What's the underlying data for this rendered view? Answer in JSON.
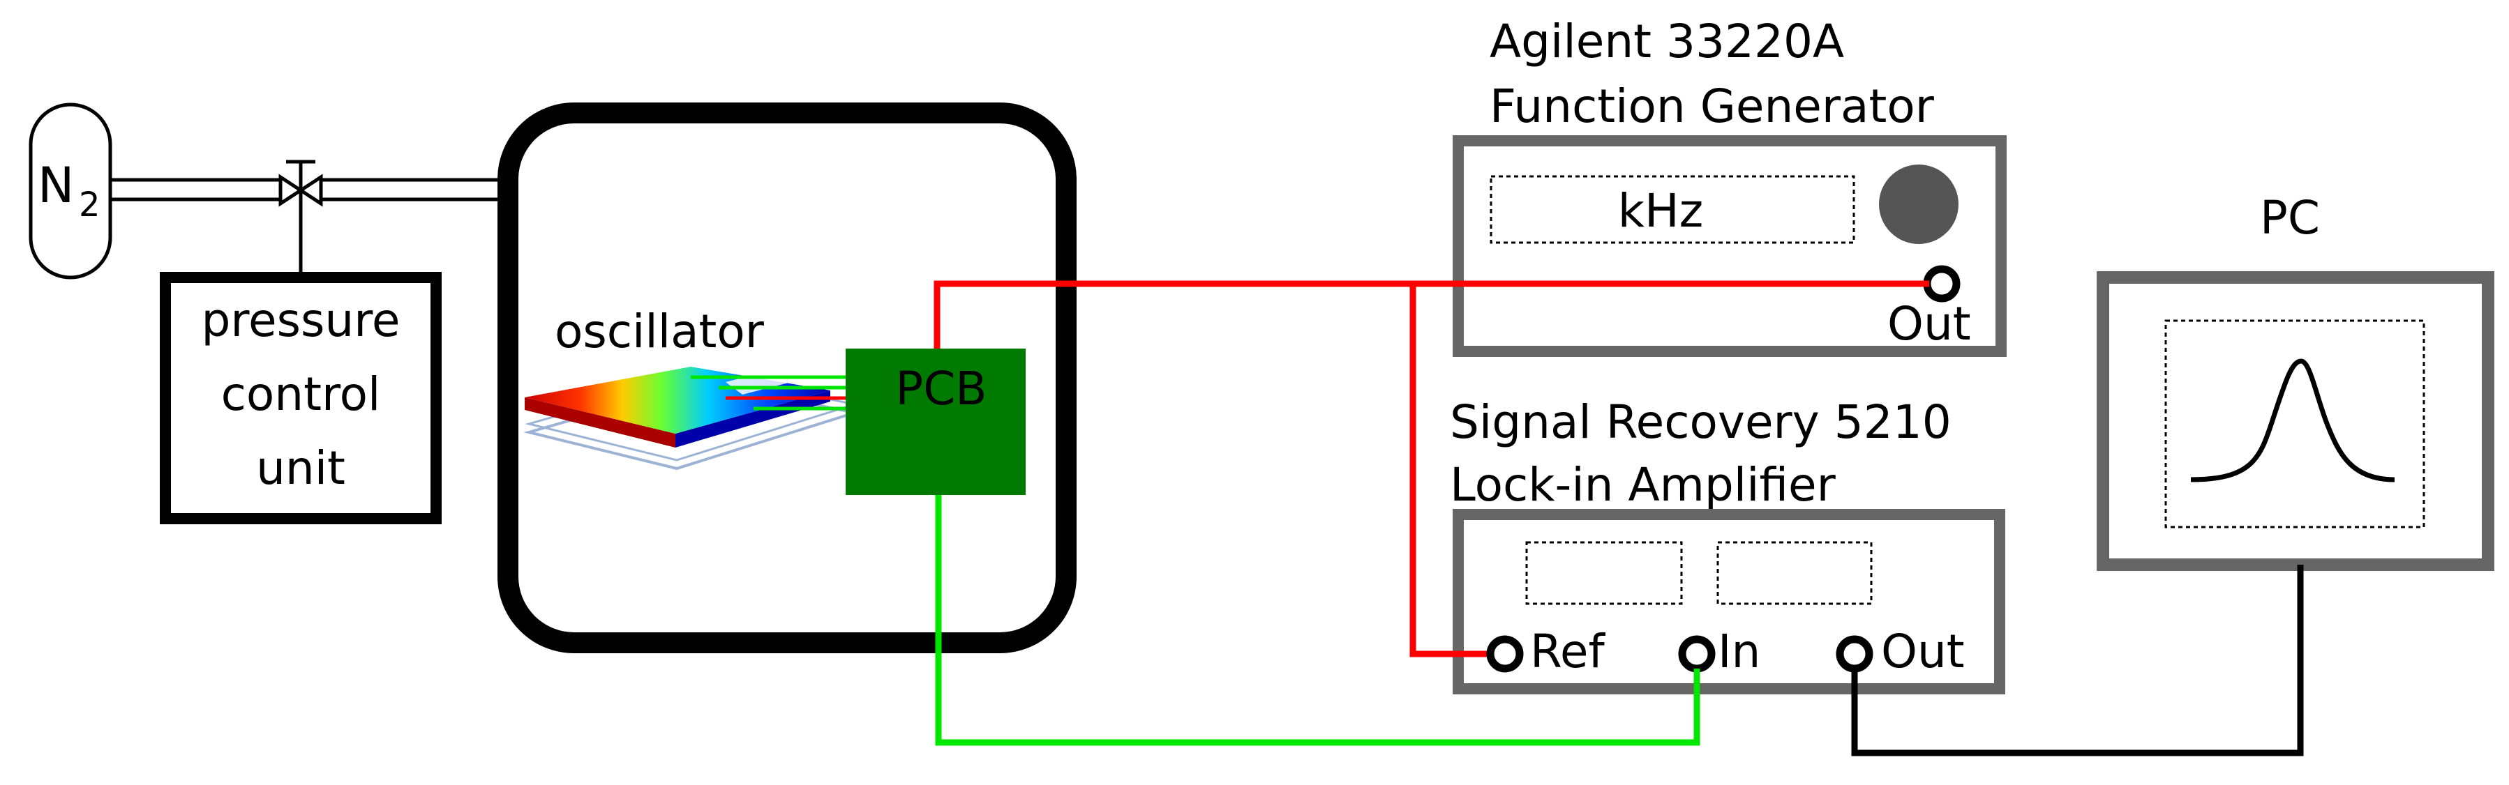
{
  "gas": {
    "symbol": "N",
    "subscript": "2"
  },
  "pressure_unit": {
    "lines": [
      "pressure",
      "control",
      "unit"
    ]
  },
  "chamber": {
    "oscillator_label": "oscillator",
    "pcb_label": "PCB"
  },
  "function_generator": {
    "title_lines": [
      "Agilent 33220A",
      "Function Generator"
    ],
    "display_text": "kHz",
    "out_label": "Out"
  },
  "lockin": {
    "title_lines": [
      "Signal Recovery 5210",
      "Lock-in Amplifier"
    ],
    "ref_label": "Ref",
    "in_label": "In",
    "out_label": "Out"
  },
  "pc": {
    "label": "PC"
  },
  "colors": {
    "instrument_gray": "#666666",
    "pcb_green": "#007a00",
    "ref_signal_red": "#ff0000",
    "input_signal_green": "#00e600",
    "output_black": "#000000"
  }
}
